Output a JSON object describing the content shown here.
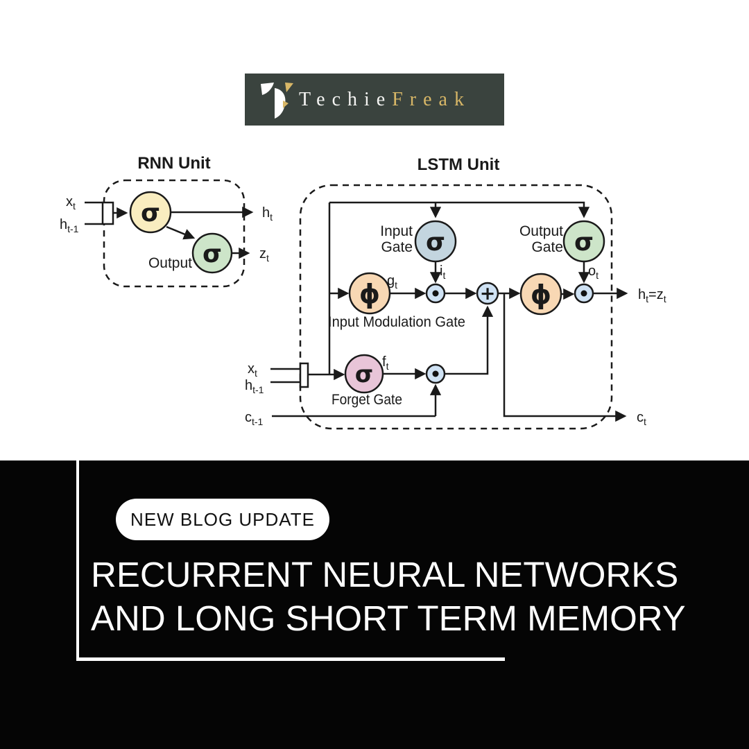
{
  "brand": {
    "primary": "Techie",
    "secondary": "Freak"
  },
  "badge": {
    "label": "NEW BLOG UPDATE"
  },
  "headline": {
    "line1": "RECURRENT NEURAL NETWORKS",
    "line2": "AND LONG SHORT TERM MEMORY"
  },
  "colors": {
    "banner_bg": "#3a433e",
    "brand_gold": "#d8b767",
    "line": "#1a1a1a",
    "gate_yellow": "#f9edc0",
    "gate_green": "#cde5c9",
    "gate_bluegray": "#c3d5df",
    "gate_orange": "#f8d8b4",
    "gate_pink": "#e8c5d8",
    "op_blue": "#cfe2f4",
    "band_bg": "#050505",
    "box_white": "#ffffff"
  },
  "diagram": {
    "rnn": {
      "title": "RNN Unit",
      "sigma": "σ",
      "output_label": "Output",
      "labels": {
        "x_in": {
          "base": "x",
          "sub": "t"
        },
        "h_in": {
          "base": "h",
          "sub": "t-1"
        },
        "h_out": {
          "base": "h",
          "sub": "t"
        },
        "z_out": {
          "base": "z",
          "sub": "t"
        }
      }
    },
    "lstm": {
      "title": "LSTM Unit",
      "sigma": "σ",
      "phi": "ϕ",
      "plus": "+",
      "gates": {
        "input": [
          "Input",
          "Gate"
        ],
        "output": [
          "Output",
          "Gate"
        ],
        "modulation": "Input Modulation Gate",
        "forget": "Forget Gate"
      },
      "labels": {
        "x_in": {
          "base": "x",
          "sub": "t"
        },
        "h_in": {
          "base": "h",
          "sub": "t-1"
        },
        "c_in": {
          "base": "c",
          "sub": "t-1"
        },
        "g": {
          "base": "g",
          "sub": "t"
        },
        "i": {
          "base": "i",
          "sub": "t"
        },
        "o": {
          "base": "o",
          "sub": "t"
        },
        "f": {
          "base": "f",
          "sub": "t"
        },
        "c_out": {
          "base": "c",
          "sub": "t"
        },
        "h_out": {
          "base": "h",
          "sub": "t",
          "eq": "=z",
          "eq_sub": "t"
        }
      }
    }
  }
}
